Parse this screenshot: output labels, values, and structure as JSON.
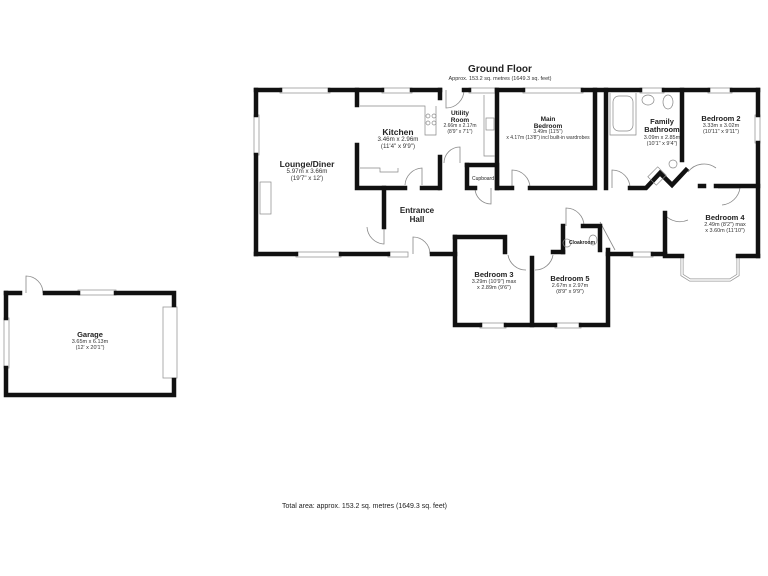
{
  "floor": {
    "title": "Ground Floor",
    "subtitle": "Approx. 153.2 sq. metres (1649.3 sq. feet)"
  },
  "rooms": {
    "lounge": {
      "name": "Lounge/Diner",
      "dim_m": "5.97m x 3.66m",
      "dim_ft": "(19'7\" x 12')"
    },
    "kitchen": {
      "name": "Kitchen",
      "dim_m": "3.46m x 2.96m",
      "dim_ft": "(11'4\" x 9'9\")"
    },
    "utility": {
      "name_1": "Utility",
      "name_2": "Room",
      "dim_m": "2.66m x 2.17m",
      "dim_ft": "(8'9\" x 7'1\")"
    },
    "main_bedroom": {
      "name_1": "Main",
      "name_2": "Bedroom",
      "dim_m": "3.49m (11'5\")",
      "dim_ft": "x 4.17m (13'8\") incl built-in wardrobes"
    },
    "cupboard": {
      "name": "Cupboard"
    },
    "family_bathroom": {
      "name_1": "Family",
      "name_2": "Bathroom",
      "dim_m": "3.09m x 2.85m",
      "dim_ft": "(10'1\" x 9'4\")"
    },
    "bedroom2": {
      "name": "Bedroom 2",
      "dim_m": "3.33m x 3.02m",
      "dim_ft": "(10'11\" x 9'11\")"
    },
    "bedroom4": {
      "name": "Bedroom 4",
      "dim_m": "2.49m (8'2\") max",
      "dim_ft": "x 3.60m (11'10\")"
    },
    "entrance_hall": {
      "name_1": "Entrance",
      "name_2": "Hall"
    },
    "cloakroom": {
      "name": "Cloakroom"
    },
    "bedroom3": {
      "name": "Bedroom 3",
      "dim_m": "3.29m (10'9\") max",
      "dim_ft": "x 2.89m (9'6\")"
    },
    "bedroom5": {
      "name": "Bedroom 5",
      "dim_m": "2.67m x 2.97m",
      "dim_ft": "(8'9\" x 9'9\")"
    },
    "garage": {
      "name": "Garage",
      "dim_m": "3.65m x 6.13m",
      "dim_ft": "(12' x 20'1\")"
    }
  },
  "footer": {
    "total_area": "Total area: approx. 153.2 sq. metres (1649.3 sq. feet)"
  },
  "colors": {
    "wall": "#111111",
    "window": "#cfcfcf",
    "fixture": "#888888",
    "background": "#ffffff"
  }
}
